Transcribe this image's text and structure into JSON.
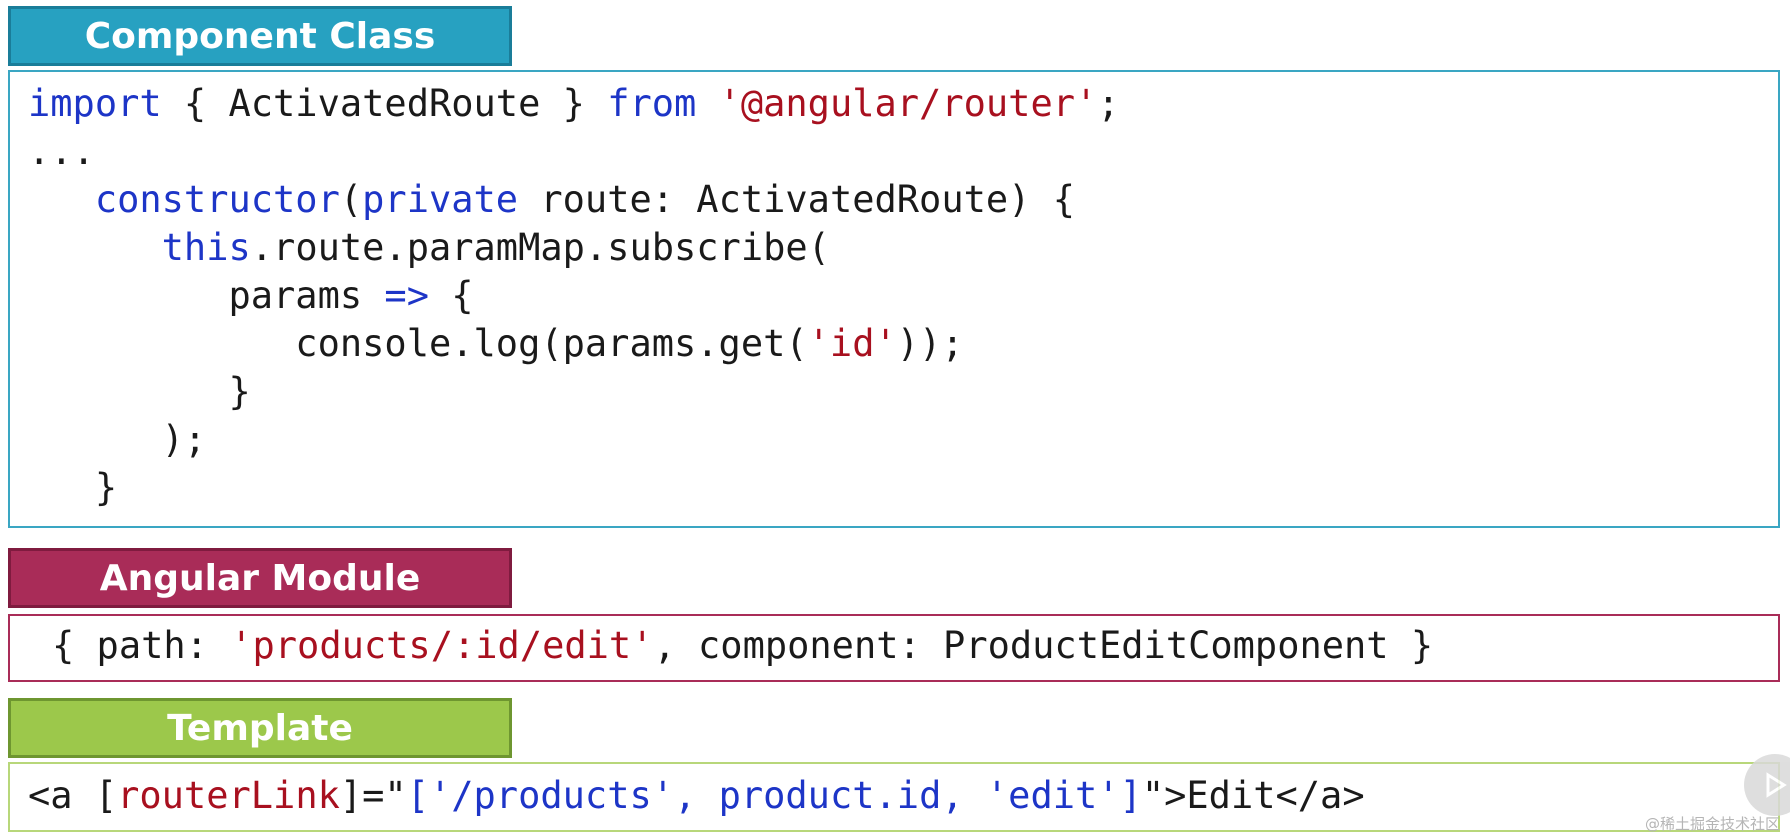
{
  "component_class": {
    "label": "Component Class",
    "lines": [
      [
        {
          "t": "import",
          "c": "kw"
        },
        {
          "t": " { ActivatedRoute } ",
          "c": "plain"
        },
        {
          "t": "from",
          "c": "kw"
        },
        {
          "t": " ",
          "c": "plain"
        },
        {
          "t": "'@angular/router'",
          "c": "str"
        },
        {
          "t": ";",
          "c": "plain"
        }
      ],
      [
        {
          "t": "...",
          "c": "plain"
        }
      ],
      [
        {
          "t": "   ",
          "c": "plain"
        },
        {
          "t": "constructor",
          "c": "kw"
        },
        {
          "t": "(",
          "c": "plain"
        },
        {
          "t": "private",
          "c": "kw"
        },
        {
          "t": " route: ActivatedRoute) {",
          "c": "plain"
        }
      ],
      [
        {
          "t": "      ",
          "c": "plain"
        },
        {
          "t": "this",
          "c": "kw"
        },
        {
          "t": ".route.paramMap.subscribe(",
          "c": "plain"
        }
      ],
      [
        {
          "t": "         params ",
          "c": "plain"
        },
        {
          "t": "=>",
          "c": "kw"
        },
        {
          "t": " {",
          "c": "plain"
        }
      ],
      [
        {
          "t": "            console.log(params.get(",
          "c": "plain"
        },
        {
          "t": "'id'",
          "c": "str"
        },
        {
          "t": "));",
          "c": "plain"
        }
      ],
      [
        {
          "t": "         }",
          "c": "plain"
        }
      ],
      [
        {
          "t": "      );",
          "c": "plain"
        }
      ],
      [
        {
          "t": "   }",
          "c": "plain"
        }
      ]
    ]
  },
  "angular_module": {
    "label": "Angular Module",
    "lines": [
      [
        {
          "t": "{ path: ",
          "c": "plain"
        },
        {
          "t": "'products/:id/edit'",
          "c": "str"
        },
        {
          "t": ", component: ProductEditComponent }",
          "c": "plain"
        }
      ]
    ]
  },
  "template": {
    "label": "Template",
    "lines": [
      [
        {
          "t": "<a [",
          "c": "plain"
        },
        {
          "t": "routerLink",
          "c": "str"
        },
        {
          "t": "]=\"",
          "c": "plain"
        },
        {
          "t": "[",
          "c": "kw"
        },
        {
          "t": "'/products'",
          "c": "kw"
        },
        {
          "t": ", product.id, ",
          "c": "kw"
        },
        {
          "t": "'edit'",
          "c": "kw"
        },
        {
          "t": "]",
          "c": "kw"
        },
        {
          "t": "\">Edit</a>",
          "c": "plain"
        }
      ]
    ]
  },
  "overlay": {
    "watermark": "@稀土掘金技术社区",
    "play_icon": "play-icon"
  }
}
